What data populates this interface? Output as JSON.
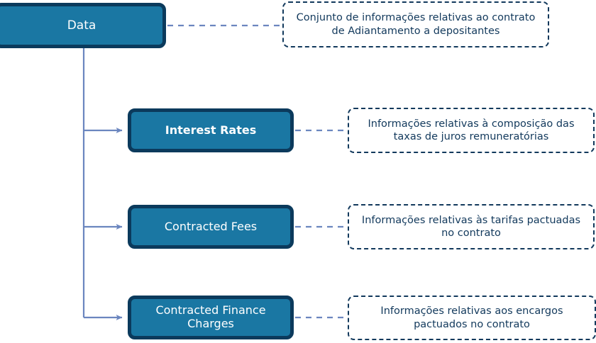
{
  "diagram": {
    "title": "Data",
    "type": "hierarchy-tree",
    "colors": {
      "node_fill": "#1a77a3",
      "node_border": "#0b3a5c",
      "node_text": "#ffffff",
      "callout_border": "#12395c",
      "callout_text": "#12395c",
      "connector": "#6b86bf",
      "leader_line": "#6b86bf",
      "background": "#ffffff"
    },
    "root": {
      "label": "Data",
      "annotation": "Conjunto de informações relativas ao contrato de Adiantamento a depositantes"
    },
    "children": [
      {
        "label": "Interest Rates",
        "annotation": "Informações relativas à composição das taxas de juros remuneratórias"
      },
      {
        "label": "Contracted Fees",
        "annotation": "Informações relativas às tarifas pactuadas no contrato"
      },
      {
        "label": "Contracted Finance\nCharges",
        "annotation": "Informações relativas aos encargos pactuados no contrato"
      }
    ]
  }
}
